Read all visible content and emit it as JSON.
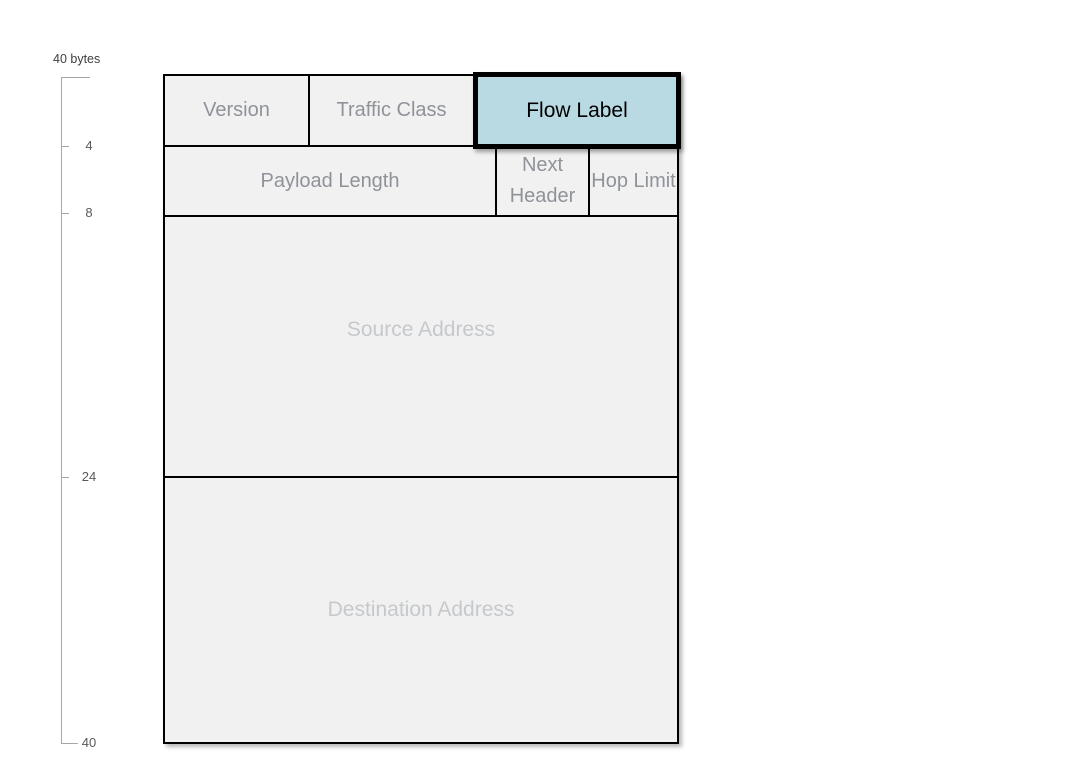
{
  "scale": {
    "title": "40 bytes",
    "ticks": [
      "4",
      "8",
      "24",
      "40"
    ]
  },
  "packet": {
    "version_label": "Version",
    "traffic_class_label": "Traffic Class",
    "flow_label_label": "Flow Label",
    "payload_length_label": "Payload Length",
    "next_header_label": "Next Header",
    "hop_limit_label": "Hop Limit",
    "source_address_label": "Source Address",
    "destination_address_label": "Destination Address",
    "highlighted_field": "Flow Label"
  },
  "colors": {
    "cell_fill": "#f1f1f1",
    "cell_border": "#000000",
    "highlight_fill": "#b9dae3",
    "highlight_text": "#000000",
    "label_text": "#8f9399",
    "address_text": "#c6c9cc",
    "scale_line": "#a6a6a6",
    "scale_text": "#595959"
  }
}
